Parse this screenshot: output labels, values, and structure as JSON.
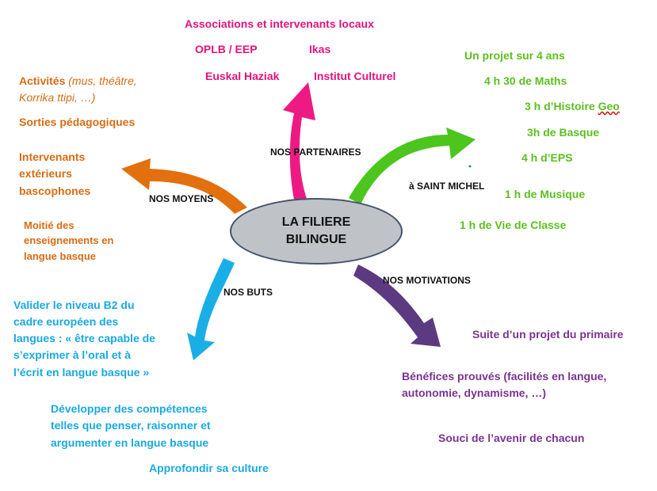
{
  "center": {
    "line1": "LA FILIERE",
    "line2": "BILINGUE"
  },
  "colors": {
    "pink": "#e3127d",
    "green": "#5cbf1f",
    "orange": "#d86b14",
    "blue": "#18a9e0",
    "purple": "#7a3391",
    "ellipse": "#bfc3c8"
  },
  "branches": {
    "partenaires": {
      "label": "NOS   PARTENAIRES",
      "items": [
        "Associations et intervenants locaux",
        "OPLB / EEP",
        "Ikas",
        "Euskal Haziak",
        "Institut Culturel"
      ]
    },
    "saint_michel": {
      "label": "à  SAINT MICHEL",
      "items": [
        "Un projet sur 4 ans",
        "4 h 30  de Maths",
        "3 h d’Histoire ",
        "Geo",
        "3h de Basque",
        "4 h d’EPS",
        "1 h de Musique",
        "1 h de Vie de Classe"
      ]
    },
    "moyens": {
      "label": "NOS  MOYENS",
      "activites": "Activités ",
      "activites_detail_1": "(mus, théâtre,",
      "activites_detail_2": "Korrika ttipi, …)",
      "items": [
        "Sorties pédagogiques",
        "Intervenants",
        "extérieurs",
        "bascophones",
        "Moitié des",
        "enseignements en",
        "langue basque"
      ]
    },
    "buts": {
      "label": "NOS  BUTS",
      "items": [
        "Valider le niveau B2 du",
        "cadre européen des",
        "langues : « être capable de",
        "s’exprimer à l’oral et à",
        "l’écrit en langue basque »",
        "Développer des compétences",
        "telles que penser, raisonner et",
        "argumenter en langue basque",
        "Approfondir sa culture"
      ]
    },
    "motivations": {
      "label": "NOS MOTIVATIONS",
      "items": [
        "Suite d’un projet du primaire",
        "Bénéfices prouvés (facilités en langue,",
        "autonomie, dynamisme, …)",
        "Souci de l’avenir de chacun"
      ]
    }
  }
}
